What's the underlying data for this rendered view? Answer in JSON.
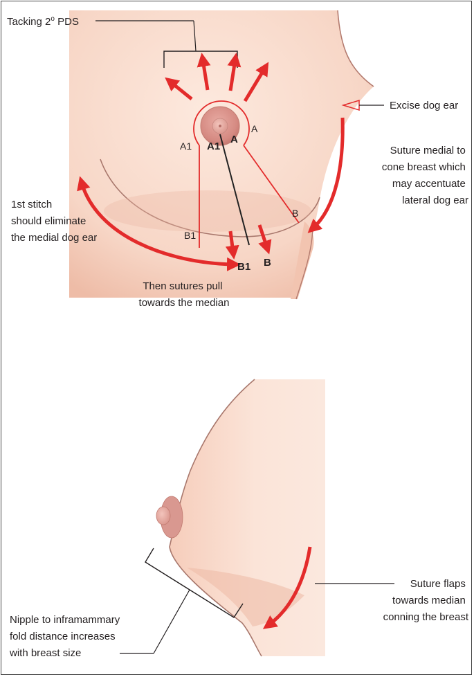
{
  "labels": {
    "tacking_main": "Tacking 2",
    "tacking_sup": "o",
    "tacking_rest": " PDS",
    "excise_dog_ear": "Excise dog ear",
    "suture_medial": [
      "Suture medial to",
      "cone breast which",
      "may accentuate",
      "lateral dog ear"
    ],
    "first_stitch": [
      "1st stitch",
      "should eliminate",
      "the medial dog ear"
    ],
    "then_sutures": [
      "Then sutures pull",
      "towards the median"
    ],
    "nipple_distance": [
      "Nipple to inframammary",
      "fold distance increases",
      "with breast size"
    ],
    "suture_flaps": [
      "Suture flaps",
      "towards median",
      "conning the breast"
    ]
  },
  "points": {
    "a1_left": "A1",
    "a1_center": "A1",
    "a_center": "A",
    "a_right": "A",
    "b_right": "B",
    "b1_left": "B1",
    "b1_arrow": "B1",
    "b_arrow": "B"
  },
  "colors": {
    "skin_light": "#fbe6da",
    "skin_mid": "#f2c8b4",
    "skin_shadow": "#e3a994",
    "contour": "#9a6a60",
    "areola": "#d98f86",
    "nipple": "#e7a59c",
    "incision_red": "#e32b2b",
    "arrow_red": "#e32b2b",
    "median_line": "#222222"
  }
}
